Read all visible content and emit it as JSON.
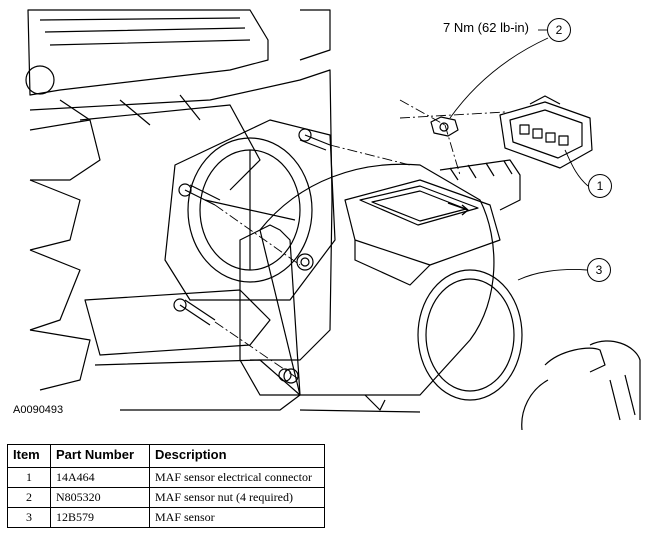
{
  "figure": {
    "torque_spec": "7 Nm (62 lb-in)",
    "figure_id": "A0090493",
    "callouts": [
      "1",
      "2",
      "3"
    ]
  },
  "table": {
    "headers": {
      "item": "Item",
      "part_number": "Part Number",
      "description": "Description"
    },
    "rows": [
      {
        "item": "1",
        "part_number": "14A464",
        "description": "MAF sensor electrical connector"
      },
      {
        "item": "2",
        "part_number": "N805320",
        "description": "MAF sensor nut (4 required)"
      },
      {
        "item": "3",
        "part_number": "12B579",
        "description": "MAF sensor"
      }
    ]
  }
}
